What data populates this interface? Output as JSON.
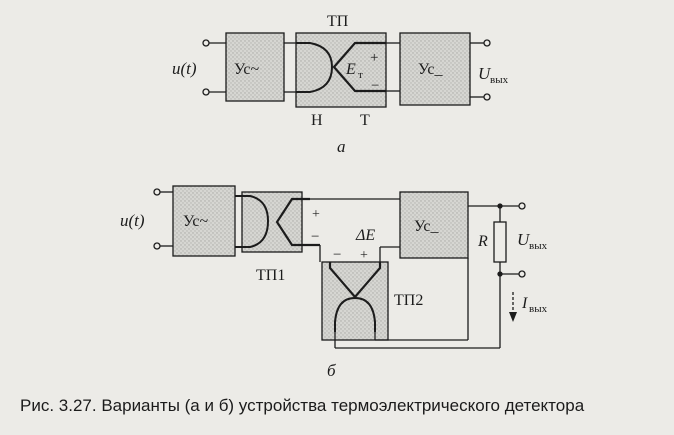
{
  "diagram_a": {
    "input_label": "u(t)",
    "amp_ac_label": "Ус~",
    "thermocouple_label": "ТП",
    "emf_label": "E",
    "emf_subscript": "т",
    "plus_sign": "+",
    "minus_sign": "−",
    "hot_junction_label": "Н",
    "cold_junction_label": "Т",
    "amp_dc_label": "Ус_",
    "output_label": "U",
    "output_subscript": "вых",
    "variant_label": "а"
  },
  "diagram_b": {
    "input_label": "u(t)",
    "amp_ac_label": "Ус~",
    "tp1_label": "ТП1",
    "tp1_plus": "+",
    "tp1_minus": "−",
    "delta_e_label": "ΔE",
    "tp2_minus": "−",
    "tp2_plus": "+",
    "amp_dc_label": "Ус_",
    "tp2_label": "ТП2",
    "resistor_label": "R",
    "output_label": "U",
    "output_subscript": "вых",
    "current_label": "I",
    "current_subscript": "вых",
    "variant_label": "б"
  },
  "caption": "Рис. 3.27. Варианты (а и б) устройства термоэлектрического детектора"
}
